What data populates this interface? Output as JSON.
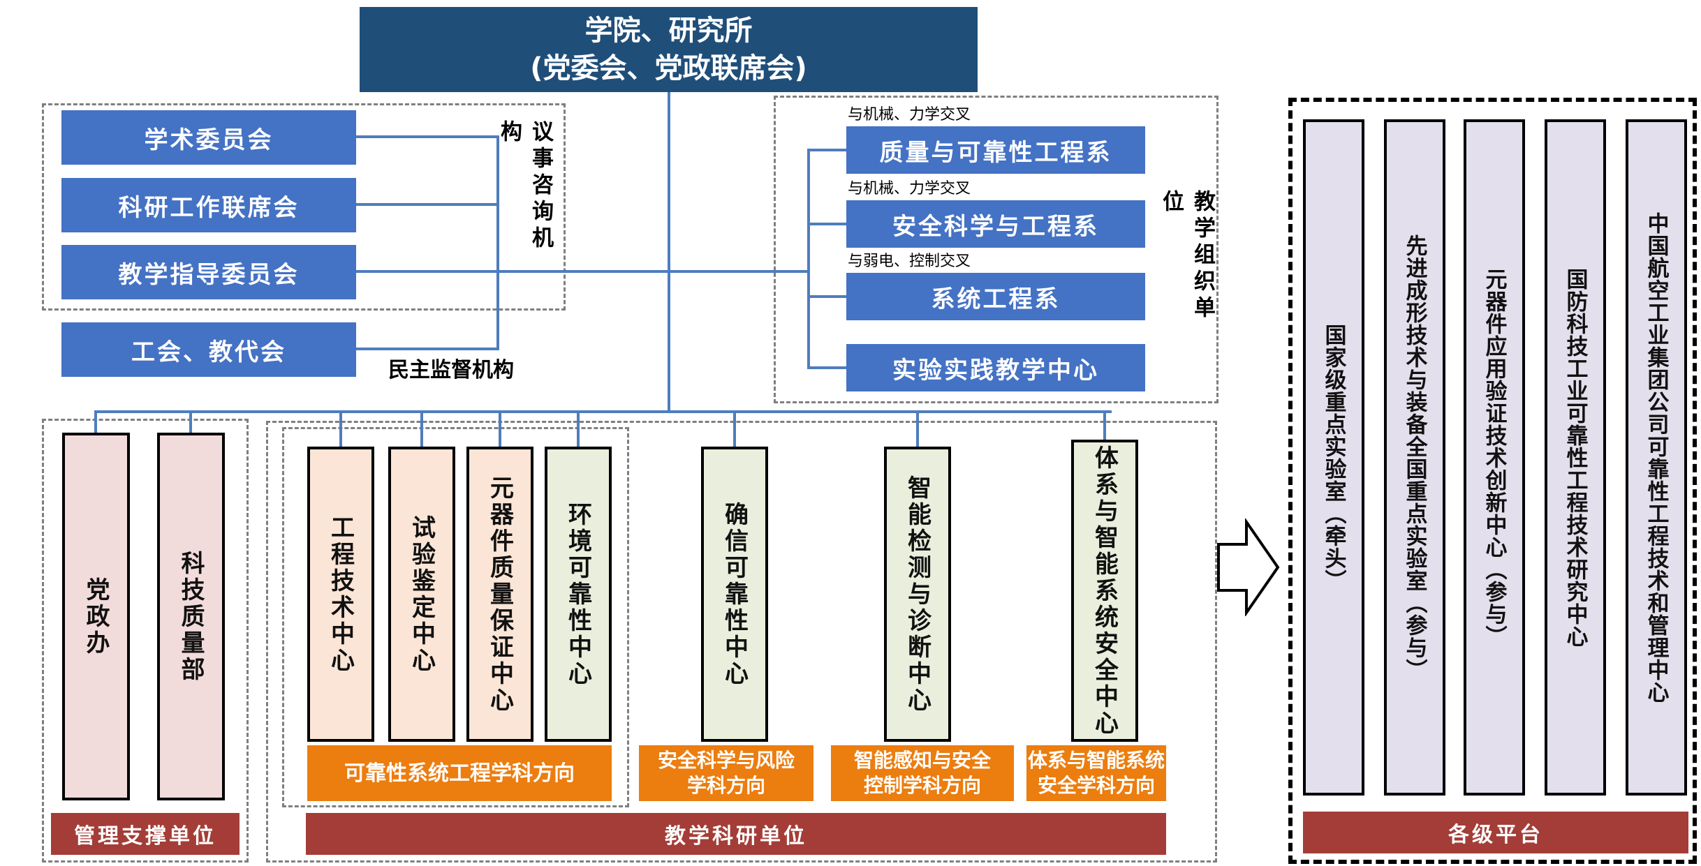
{
  "title": {
    "line1": "学院、研究所",
    "line2": "(党委会、党政联席会)"
  },
  "advisory": {
    "group_label": "议事咨询机构",
    "boxes": [
      "学术委员会",
      "科研工作联席会",
      "教学指导委员会"
    ],
    "union_box": "工会、教代会",
    "supervision_label": "民主监督机构"
  },
  "teaching": {
    "group_label": "教学组织单位",
    "depts": [
      {
        "note": "与机械、力学交叉",
        "name": "质量与可靠性工程系"
      },
      {
        "note": "与机械、力学交叉",
        "name": "安全科学与工程系"
      },
      {
        "note": "与弱电、控制交叉",
        "name": "系统工程系"
      },
      {
        "note": "",
        "name": "实验实践教学中心"
      }
    ]
  },
  "management": {
    "banner": "管理支撑单位",
    "units": [
      "党政办",
      "科技质量部"
    ]
  },
  "research": {
    "banner": "教学科研单位",
    "reliability_group": {
      "centers": [
        "工程技术中心",
        "试验鉴定中心",
        "元器件质量保证中心",
        "环境可靠性中心"
      ],
      "banner": "可靠性系统工程学科方向"
    },
    "others": [
      {
        "center": "确信可靠性中心",
        "banner": "安全科学与风险学科方向"
      },
      {
        "center": "智能检测与诊断中心",
        "banner": "智能感知与安全控制学科方向"
      },
      {
        "center": "体系与智能系统安全中心",
        "banner": "体系与智能系统安全学科方向"
      }
    ]
  },
  "platforms": {
    "banner": "各级平台",
    "items": [
      "国家级重点实验室（牵头）",
      "先进成形技术与装备全国重点实验室（参与）",
      "元器件应用验证技术创新中心（参与）",
      "国防科技工业可靠性工程技术研究中心",
      "中国航空工业集团公司可靠性工程技术和管理中心"
    ]
  },
  "icons": {
    "flow_arrow": "right-block-arrow"
  },
  "colors": {
    "title_bg": "#1F4E79",
    "box_blue": "#4472C4",
    "connector_blue": "#4E7DBE",
    "peach": "#FBE5D6",
    "green": "#E9EFDC",
    "pink": "#F2DCDB",
    "purple": "#E4DFEC",
    "orange": "#EC7D0F",
    "dark_red": "#A43D37",
    "dash_gray": "#7F7F7F",
    "dash_black": "#000000"
  }
}
